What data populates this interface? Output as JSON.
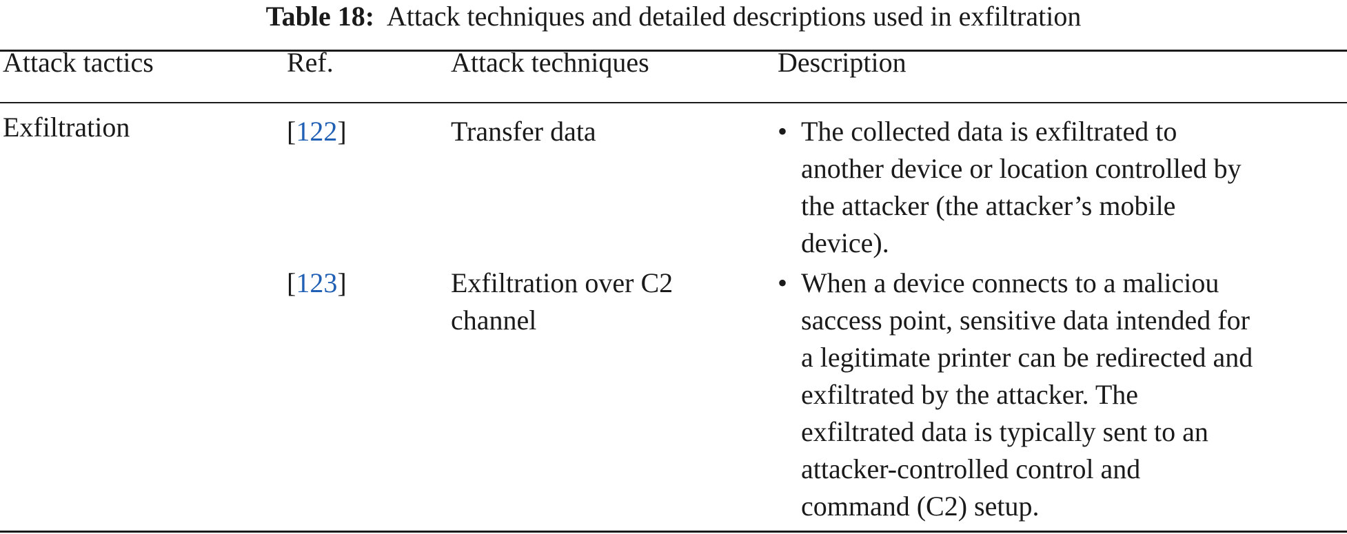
{
  "caption": {
    "label": "Table 18:",
    "text": "Attack techniques and detailed descriptions used in exfiltration"
  },
  "table": {
    "headers": [
      "Attack tactics",
      "Ref.",
      "Attack techniques",
      "Description"
    ],
    "tactic": "Exfiltration",
    "rows": [
      {
        "ref_open": "[",
        "ref_num": "122",
        "ref_close": "]",
        "technique_lines": [
          "Transfer data"
        ],
        "bullet": "•",
        "description_lines": [
          "The collected data is exfiltrated to",
          "another device or location controlled by",
          "the attacker (the attacker’s mobile",
          "device)."
        ]
      },
      {
        "ref_open": "[",
        "ref_num": "123",
        "ref_close": "]",
        "technique_lines": [
          "Exfiltration over C2",
          "channel"
        ],
        "bullet": "•",
        "description_lines": [
          "When a device connects to a maliciou",
          "saccess point, sensitive data intended for",
          "a legitimate printer can be redirected and",
          "exfiltrated by the attacker. The",
          "exfiltrated data is typically sent to an",
          "attacker-controlled control and",
          "command (C2) setup."
        ]
      }
    ]
  }
}
